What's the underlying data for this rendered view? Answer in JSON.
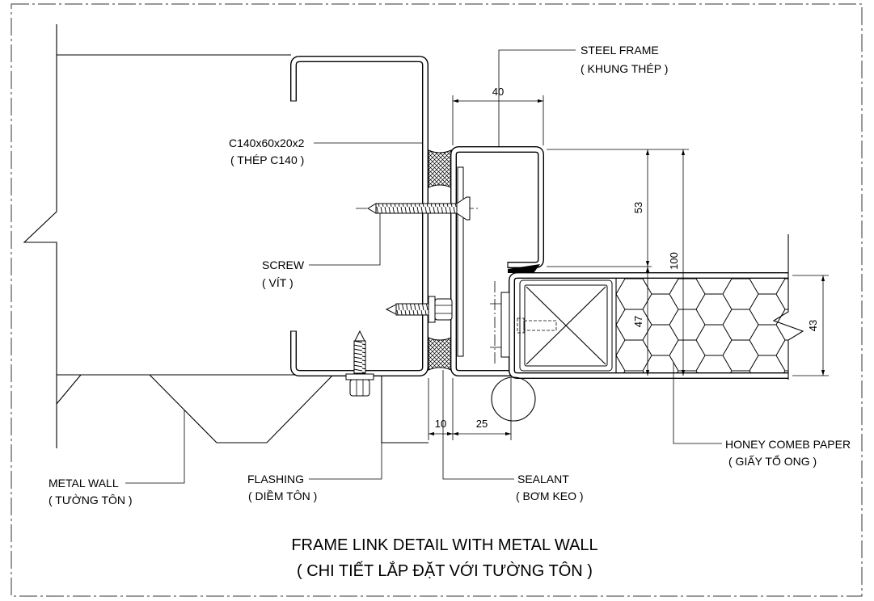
{
  "title": {
    "main": "FRAME LINK DETAIL WITH METAL WALL",
    "sub": "( CHI TIẾT LẮP ĐẶT VỚI TƯỜNG TÔN )"
  },
  "labels": {
    "steel_frame": {
      "name": "STEEL FRAME",
      "local": "( KHUNG THÉP )"
    },
    "c_channel": {
      "name": "C140x60x20x2",
      "local": "( THÉP C140 )"
    },
    "screw": {
      "name": "SCREW",
      "local": "( VÍT )"
    },
    "honeycomb": {
      "name": "HONEY COMEB PAPER",
      "local": "( GIẤY TỔ ONG )"
    },
    "metal_wall": {
      "name": "METAL WALL",
      "local": "( TƯỜNG TÔN )"
    },
    "flashing": {
      "name": "FLASHING",
      "local": "( DIỀM TÔN )"
    },
    "sealant": {
      "name": "SEALANT",
      "local": "( BƠM KEO )"
    }
  },
  "dimensions": {
    "top": "40",
    "frame_return": "53",
    "overall": "100",
    "leaf": "47",
    "panel": "43",
    "gap": "10",
    "offset": "25"
  },
  "colors": {
    "line": "#000000",
    "background": "#ffffff"
  }
}
